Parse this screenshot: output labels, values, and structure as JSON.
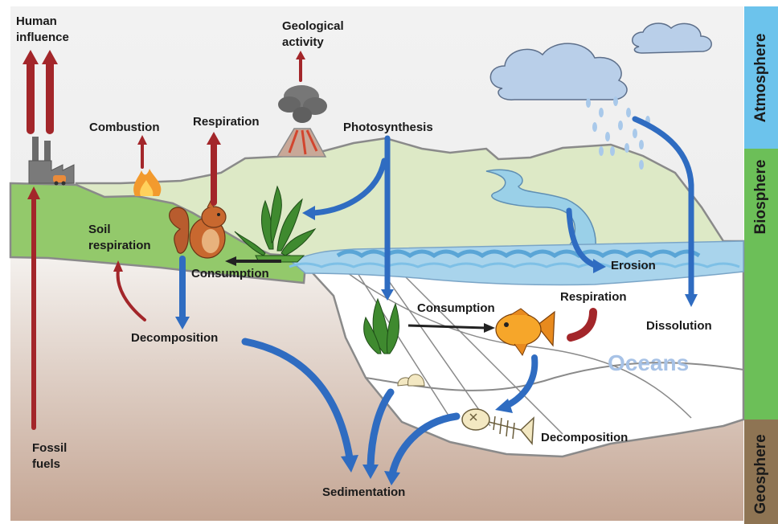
{
  "labels": {
    "human_influence_1": "Human",
    "human_influence_2": "influence",
    "geological_1": "Geological",
    "geological_2": "activity",
    "combustion": "Combustion",
    "respiration_land": "Respiration",
    "photosynthesis": "Photosynthesis",
    "soil_respiration_1": "Soil",
    "soil_respiration_2": "respiration",
    "consumption_land": "Consumption",
    "decomposition_land": "Decomposition",
    "consumption_ocean": "Consumption",
    "respiration_ocean": "Respiration",
    "erosion": "Erosion",
    "dissolution": "Dissolution",
    "oceans": "Oceans",
    "decomposition_ocean": "Decomposition",
    "sedimentation": "Sedimentation",
    "fossil_1": "Fossil",
    "fossil_2": "fuels"
  },
  "bands": {
    "atmosphere": "Atmosphere",
    "biosphere": "Biosphere",
    "geosphere": "Geosphere"
  },
  "colors": {
    "atmosphere": "#6cc3ec",
    "biosphere": "#6cbf58",
    "geosphere": "#8e7453",
    "red_flux": "#a3262a",
    "blue_flux": "#2f6cc1"
  }
}
